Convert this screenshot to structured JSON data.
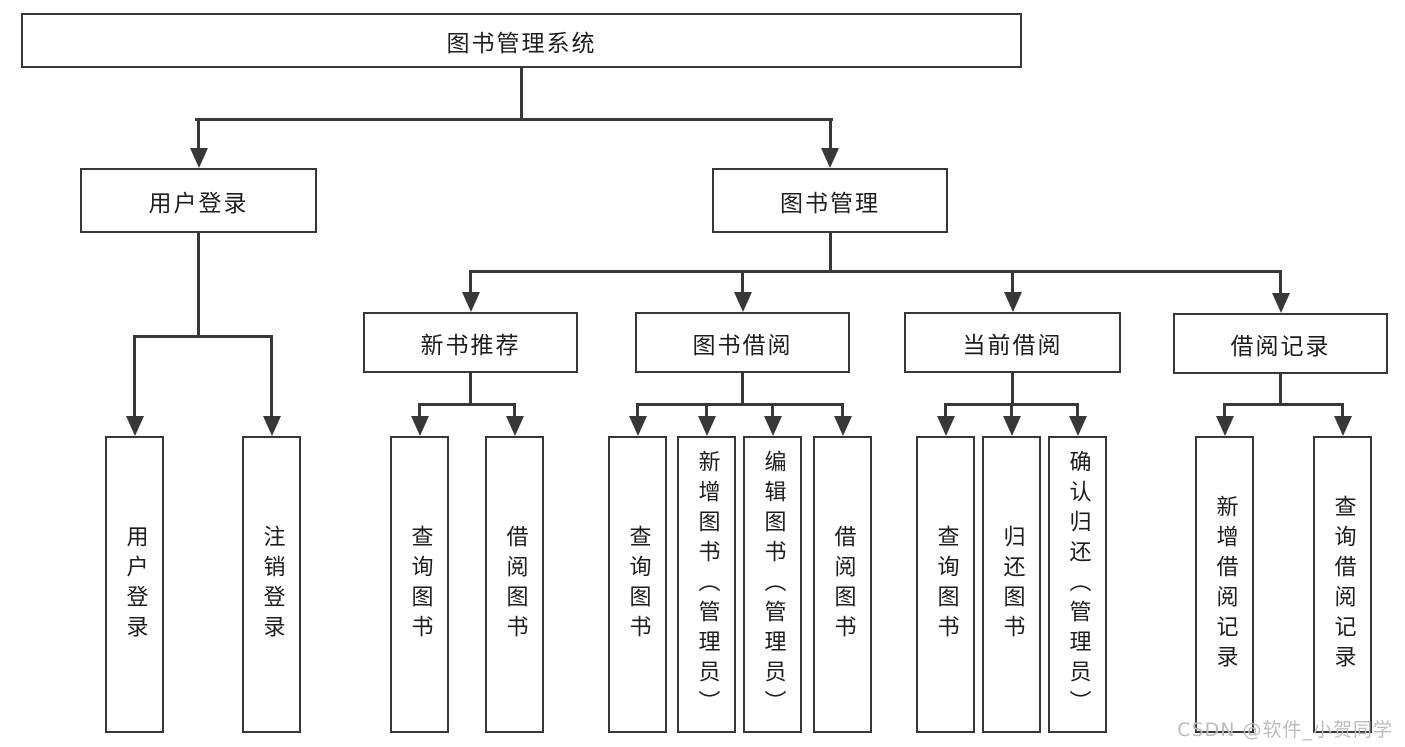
{
  "page": {
    "background": "#ffffff"
  },
  "colors": {
    "node_border": "#373737",
    "connector": "#373737",
    "label_text": "#1d1d1d",
    "watermark_text": "#bdbbbb"
  },
  "watermark": {
    "text": "CSDN @软件_小贺同学"
  },
  "tree": {
    "root": {
      "label": "图书管理系统",
      "children": [
        {
          "label": "用户登录",
          "children": [
            {
              "label": "用户登录"
            },
            {
              "label": "注销登录"
            }
          ]
        },
        {
          "label": "图书管理",
          "children": [
            {
              "label": "新书推荐",
              "children": [
                {
                  "label": "查询图书"
                },
                {
                  "label": "借阅图书"
                }
              ]
            },
            {
              "label": "图书借阅",
              "children": [
                {
                  "label": "查询图书"
                },
                {
                  "label": "新增图书（管理员）"
                },
                {
                  "label": "编辑图书（管理员）"
                },
                {
                  "label": "借阅图书"
                }
              ]
            },
            {
              "label": "当前借阅",
              "children": [
                {
                  "label": "查询图书"
                },
                {
                  "label": "归还图书"
                },
                {
                  "label": "确认归还（管理员）"
                }
              ]
            },
            {
              "label": "借阅记录",
              "children": [
                {
                  "label": "新增借阅记录"
                },
                {
                  "label": "查询借阅记录"
                }
              ]
            }
          ]
        }
      ]
    }
  }
}
